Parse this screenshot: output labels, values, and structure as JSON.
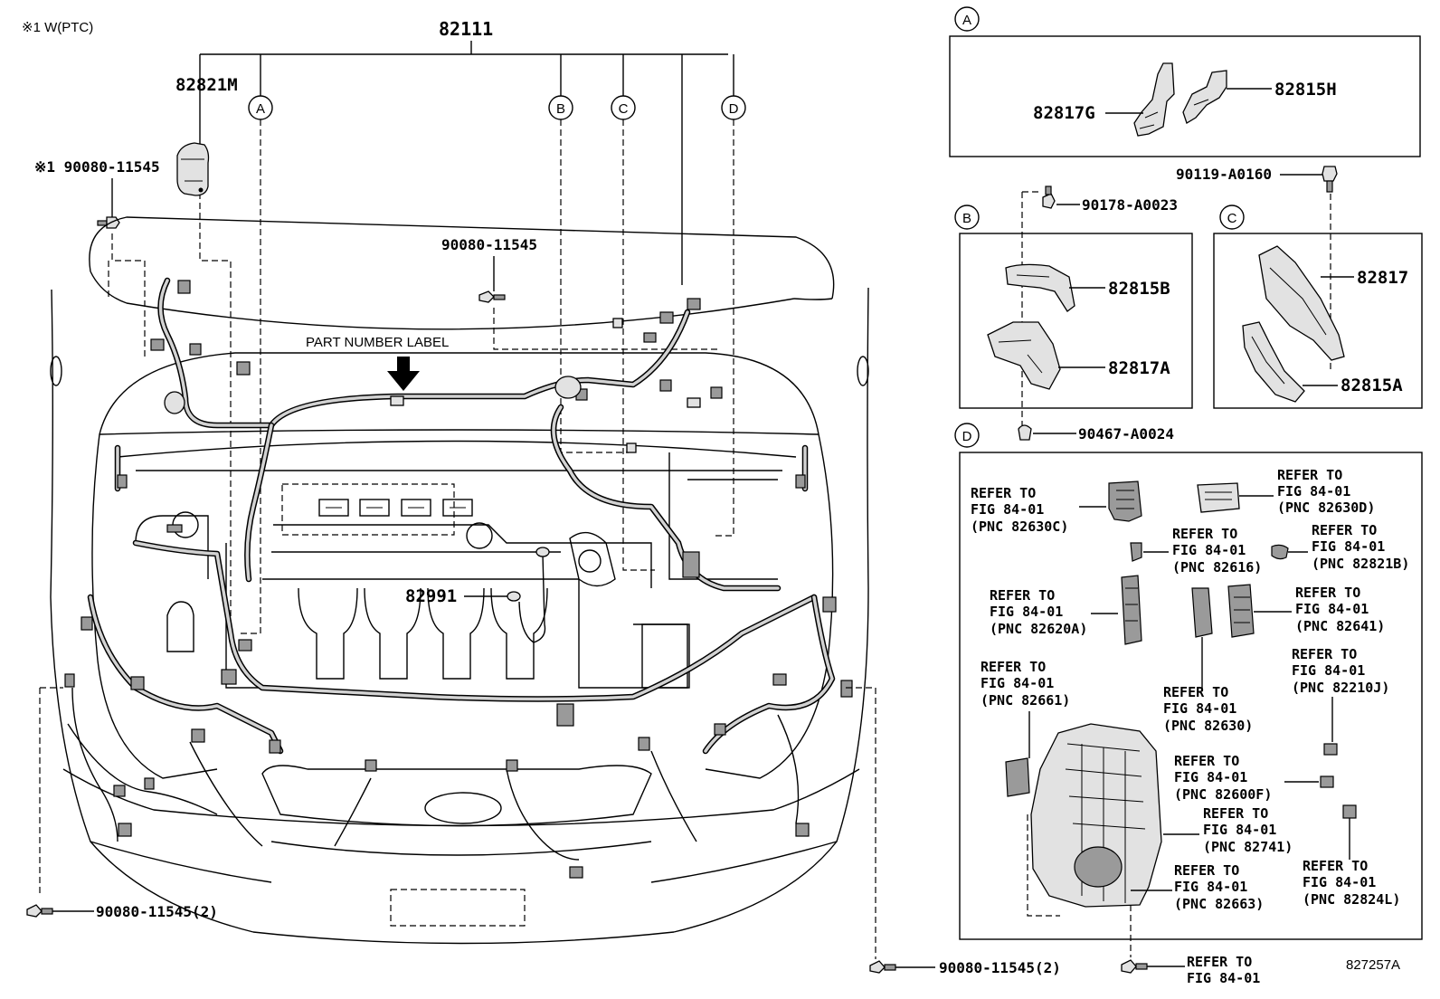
{
  "note": "※1 W(PTC)",
  "main": {
    "harness_no": "82111",
    "junction_cover": "82821M",
    "bolt_ptc": "※1 90080-11545",
    "bolt_center": "90080-11545",
    "part_label": "PART NUMBER LABEL",
    "grommet": "82991",
    "bolt_left": "90080-11545(2)",
    "bolt_right": "90080-11545(2)",
    "callouts": [
      "A",
      "B",
      "C",
      "D"
    ]
  },
  "detail_a": {
    "letter": "A",
    "parts": [
      "82817G",
      "82815H"
    ]
  },
  "bolt_bc": "90119-A0160",
  "detail_b": {
    "letter": "B",
    "screw": "90178-A0023",
    "parts": [
      "82815B",
      "82817A"
    ],
    "clip": "90467-A0024"
  },
  "detail_c": {
    "letter": "C",
    "parts": [
      "82817",
      "82815A"
    ]
  },
  "detail_d": {
    "letter": "D",
    "refer_line1": "REFER TO",
    "refer_line2": "FIG 84-01",
    "refs": [
      "(PNC 82630C)",
      "(PNC 82630D)",
      "(PNC 82616)",
      "(PNC 82821B)",
      "(PNC 82620A)",
      "(PNC 82641)",
      "(PNC 82210J)",
      "(PNC 82661)",
      "(PNC 82630)",
      "(PNC 82600F)",
      "(PNC 82741)",
      "(PNC 82663)",
      "(PNC 82824L)"
    ]
  },
  "bottom_refer": [
    "REFER TO",
    "FIG 84-01"
  ],
  "figure_code": "827257A"
}
